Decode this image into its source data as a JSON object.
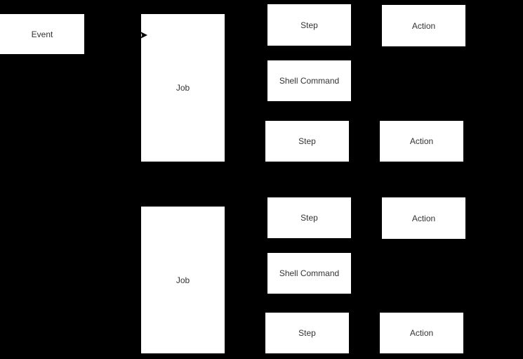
{
  "diagram": {
    "colors": {
      "background": "#000000",
      "node_fill": "#ffffff",
      "node_text": "#333333",
      "edge": "#000000"
    },
    "nodes": {
      "event": {
        "label": "Event"
      },
      "job1": {
        "label": "Job"
      },
      "step1": {
        "label": "Step"
      },
      "action1": {
        "label": "Action"
      },
      "shell1": {
        "label": "Shell Command"
      },
      "step2": {
        "label": "Step"
      },
      "action2": {
        "label": "Action"
      },
      "job2": {
        "label": "Job"
      },
      "step3": {
        "label": "Step"
      },
      "action3": {
        "label": "Action"
      },
      "shell2": {
        "label": "Shell Command"
      },
      "step4": {
        "label": "Step"
      },
      "action4": {
        "label": "Action"
      }
    },
    "arrowhead": {
      "icon": "right-arrowhead",
      "color": "#000000",
      "target": "job1"
    }
  }
}
